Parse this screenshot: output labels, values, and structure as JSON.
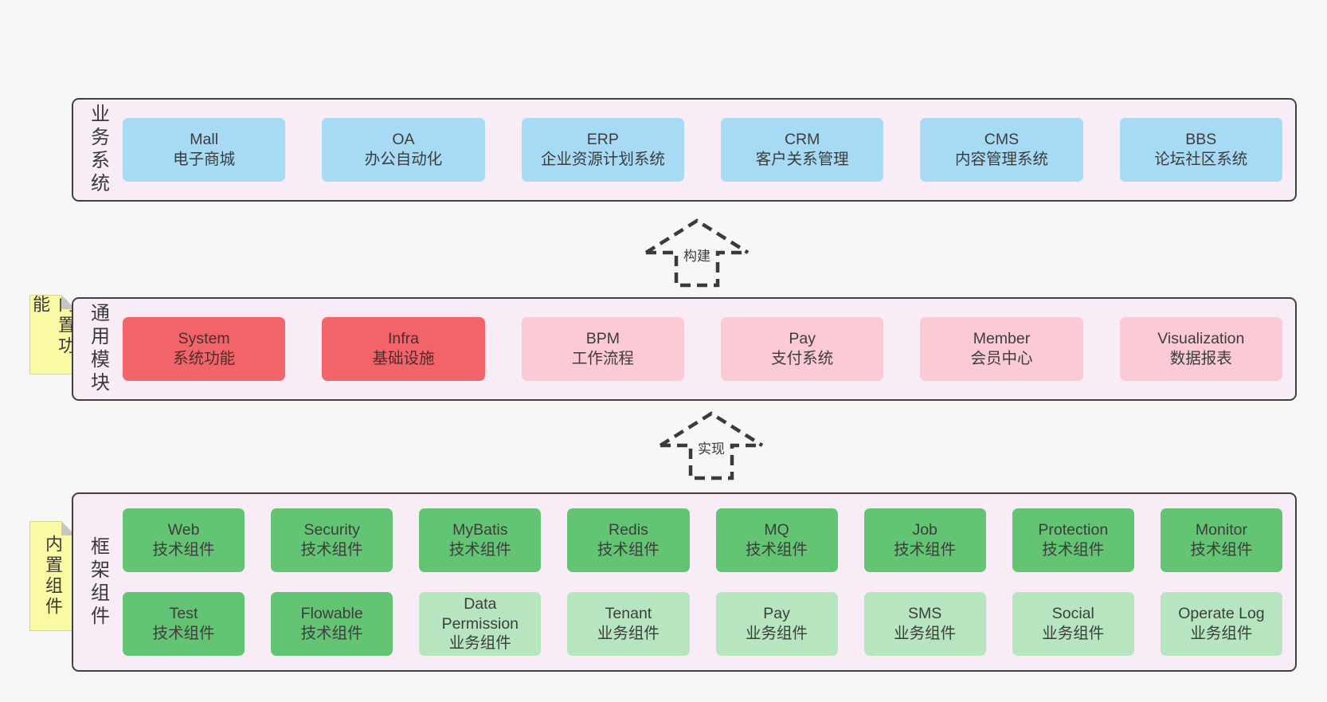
{
  "diagram": {
    "arrows": [
      {
        "label": "构建"
      },
      {
        "label": "实现"
      }
    ],
    "stickies": [
      {
        "text": "内置功能"
      },
      {
        "text": "内置组件"
      }
    ],
    "sections": [
      {
        "side_label": "业务系统",
        "rows": [
          [
            {
              "name": "Mall",
              "desc": "电子商城",
              "type": "blue"
            },
            {
              "name": "OA",
              "desc": "办公自动化",
              "type": "blue"
            },
            {
              "name": "ERP",
              "desc": "企业资源计划系统",
              "type": "blue"
            },
            {
              "name": "CRM",
              "desc": "客户关系管理",
              "type": "blue"
            },
            {
              "name": "CMS",
              "desc": "内容管理系统",
              "type": "blue"
            },
            {
              "name": "BBS",
              "desc": "论坛社区系统",
              "type": "blue"
            }
          ]
        ]
      },
      {
        "side_label": "通用模块",
        "rows": [
          [
            {
              "name": "System",
              "desc": "系统功能",
              "type": "red"
            },
            {
              "name": "Infra",
              "desc": "基础设施",
              "type": "red"
            },
            {
              "name": "BPM",
              "desc": "工作流程",
              "type": "pink"
            },
            {
              "name": "Pay",
              "desc": "支付系统",
              "type": "pink"
            },
            {
              "name": "Member",
              "desc": "会员中心",
              "type": "pink"
            },
            {
              "name": "Visualization",
              "desc": "数据报表",
              "type": "pink"
            }
          ]
        ]
      },
      {
        "side_label": "框架组件",
        "rows": [
          [
            {
              "name": "Web",
              "desc": "技术组件",
              "type": "green"
            },
            {
              "name": "Security",
              "desc": "技术组件",
              "type": "green"
            },
            {
              "name": "MyBatis",
              "desc": "技术组件",
              "type": "green"
            },
            {
              "name": "Redis",
              "desc": "技术组件",
              "type": "green"
            },
            {
              "name": "MQ",
              "desc": "技术组件",
              "type": "green"
            },
            {
              "name": "Job",
              "desc": "技术组件",
              "type": "green"
            },
            {
              "name": "Protection",
              "desc": "技术组件",
              "type": "green"
            },
            {
              "name": "Monitor",
              "desc": "技术组件",
              "type": "green"
            }
          ],
          [
            {
              "name": "Test",
              "desc": "技术组件",
              "type": "green"
            },
            {
              "name": "Flowable",
              "desc": "技术组件",
              "type": "green"
            },
            {
              "name": "Data Permission",
              "desc": "业务组件",
              "type": "light_green"
            },
            {
              "name": "Tenant",
              "desc": "业务组件",
              "type": "light_green"
            },
            {
              "name": "Pay",
              "desc": "业务组件",
              "type": "light_green"
            },
            {
              "name": "SMS",
              "desc": "业务组件",
              "type": "light_green"
            },
            {
              "name": "Social",
              "desc": "业务组件",
              "type": "light_green"
            },
            {
              "name": "Operate Log",
              "desc": "业务组件",
              "type": "light_green"
            }
          ]
        ]
      }
    ],
    "colors": {
      "blue": "#a7daf4",
      "red": "#f2646a",
      "pink": "#fbcad4",
      "green": "#63c474",
      "light_green": "#b7e5c0",
      "container_bg": "#f8edf6",
      "container_border": "#414141",
      "sticky_bg": "#fafaa5",
      "fold_gray": "#c6c6c6",
      "page_bg": "#f7f7f7",
      "text": "#3d3d3d",
      "text_on_red": "#4b2d2f"
    }
  }
}
